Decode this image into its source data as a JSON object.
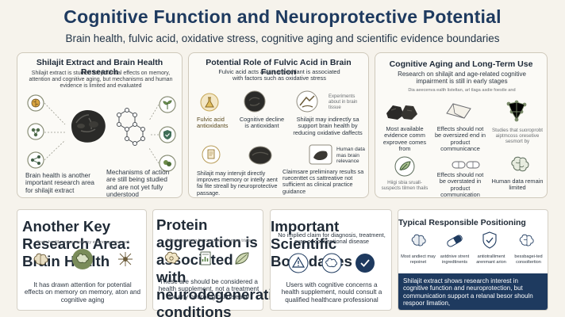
{
  "header": {
    "title": "Cognitive Function and Neuroprotective Potential",
    "subtitle": "Brain health, fulvic acid, oxidative stress, cognitive aging and scientific evidence boundaries"
  },
  "panel1": {
    "title": "Shilajit Extract and Brain Health Research",
    "intro": "Shilajit extract is studied for potential effects on memory, attention and cognitive aging, but mechanisms and human evidence is limited and evaluated",
    "left_note": "Brain health is another important research area for shilajit extract",
    "right_note": "Mechanisms of action are still being studied and are not yet fully understood"
  },
  "panel2": {
    "title": "Potential Role of Fulvic Acid in Brain Function",
    "intro": "Fulvic acid acts as an antioxidant is associated with factors such as oxidative stress",
    "tiny_right": "Experiments about in brain tissue",
    "label_fulvic": "Fulvic acid antioxidants",
    "label_decline": "Cognitive decline is antioxidant",
    "label_support": "Shilajit may indirectly sa support brain health by reducing oxidative daffects",
    "label_human": "Human data mas brain relevance",
    "bottom_left": "Shilajit may intervjit directly improves memory or intelly aent fai fite streall by neuroprotective passage.",
    "bottom_right": "Claimsare preliminary results sa ruecenttet cs sattreative not sufficient as clinical practice guidance"
  },
  "panel3": {
    "title": "Cognitive Aging and Long-Term Use",
    "intro": "Research on shilajit and age-related cognitive impairment is still in early stages",
    "tiny": "Dia aeecenva ealth listeltan, arl tlaga asdie foestle and",
    "label_most": "Most available evidence comm exprovee comes from",
    "label_effects1": "Effects should not be oversized end in product communicance",
    "label_studies": "Studies that suoroprobt aiptmcoss oresetive sesmort by",
    "label_highsi": "Hiigi sbia sruall- suspects tilmen thails",
    "label_effects2": "Effects should not be overstated in product communication",
    "label_human": "Human data remain limited"
  },
  "bottom": {
    "card1": {
      "title": "Another Key Research Area: Brain Health",
      "tiny": "Brain health, mossomensoy eocnomy sovemal",
      "text": "It has drawn attention for potential effects on memory on memory, aton and cognitive aging"
    },
    "card2": {
      "title": "Protein aggregation is associated with neurodegenerative conditions",
      "tiny": "Effects snug no for conclusive human trials",
      "text": "These are should be considered a health supplement, not a treatment for any neurological disease"
    },
    "card3": {
      "title": "Important Scientific Boundaries",
      "sub": "No implied claim for diagnosis, treatment, cure or conventional disease",
      "text": "Users with cognitive concerns a health supplement, nould consult a qualified healthcare professional"
    },
    "card4": {
      "title": "Typical Responsible Positioning",
      "label1": "Most andiect may repoinet",
      "label2": "axtdnive strent ingredtinents",
      "label3": "antiotralliment arenmant arion",
      "label4": "bessbagei-ted consoltertion",
      "banner": "Shilajit extract shows research interest in cognitive function and neuroprotection, but communication support a relanal besor shouln respoor limation,"
    }
  }
}
